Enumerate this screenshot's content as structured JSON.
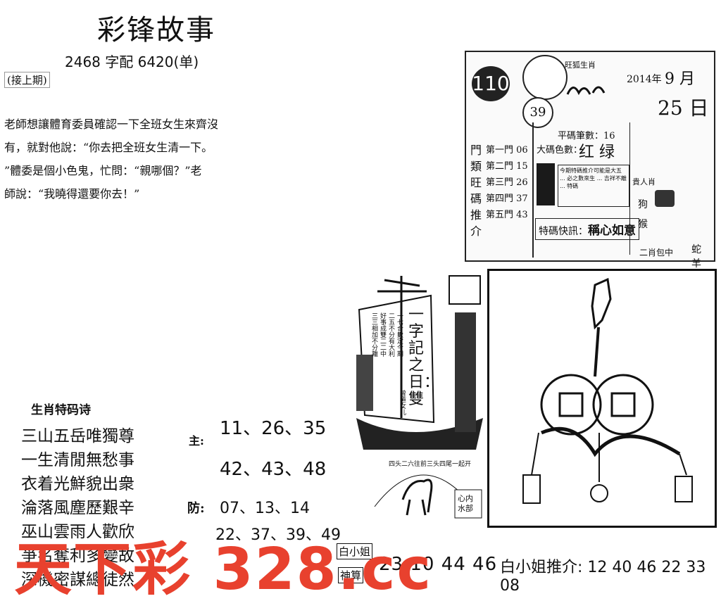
{
  "header": {
    "title": "彩锋故事",
    "subtitle": "2468 字配 6420(单)",
    "continued": "(接上期)"
  },
  "story": {
    "lines": [
      "老師想讓體育委員確認一下全班女生來齊沒",
      "有，就對他說：“你去把全班女生清一下。",
      "”體委是個小色鬼，忙問：“親哪個？”老",
      "師說：“我曉得還要你去！”"
    ]
  },
  "calendar": {
    "badge": "110",
    "number_circle": "39",
    "zodiac_label": "旺狐生肖",
    "year": "2014年",
    "month": "9 月",
    "day": "25 日",
    "gate_title_chars": [
      "門",
      "類",
      "旺",
      "碼",
      "推",
      "介"
    ],
    "gates": [
      {
        "label": "第一門",
        "value": "06"
      },
      {
        "label": "第二門",
        "value": "15"
      },
      {
        "label": "第三門",
        "value": "26"
      },
      {
        "label": "第四門",
        "value": "37"
      },
      {
        "label": "第五門",
        "value": "43"
      }
    ],
    "strokes": "平碼筆數：16",
    "color_label": "大碼色數：",
    "color_value": "红 绿",
    "tip_text": "今期特碼推介可能是大五 ... 必之數來生 ... 吉祥不離 ... 特碼",
    "quick_label": "特碼快訊：",
    "quick_value": "稱心如意",
    "noble_label": "貴人肖",
    "noble_values": [
      "狗",
      "猴"
    ],
    "bottom_left": "二肖包中",
    "bottom_right": "蛇 羊"
  },
  "ship": {
    "sail_title": "一字記之日：雙",
    "verse_lines": [
      "一七合數定今期",
      "二五不分有大利",
      "好事成雙二二中",
      "三三相加不分離"
    ],
    "author": "曾道女儿"
  },
  "horse": {
    "text": "四头二六往前三头四尾一起开",
    "box_label": "心内 水部"
  },
  "zodiac_poem": {
    "title": "生肖特码诗",
    "lines": [
      "三山五岳唯獨尊",
      "一生清閒無愁事",
      "衣着光鮮貌出衆",
      "淪落風塵歷艱辛",
      "巫山雲雨人歡欣",
      "爭名奪利多變故",
      "深機密謀總徒然"
    ],
    "main_label": "主:",
    "main_nums_1": "11、26、35",
    "main_nums_2": "42、43、48",
    "defend_label": "防:",
    "defend_nums_1": "07、13、14",
    "defend_nums_2": "22、37、39、49"
  },
  "bottom": {
    "tag1": "白小姐",
    "tag2": "神算",
    "nums": "23 10 44 46",
    "push": "白小姐推介: 12 40 46 22 33 08"
  },
  "watermark": "天下彩 328.cc",
  "colors": {
    "watermark": "#e8412e",
    "ink": "#111111"
  }
}
